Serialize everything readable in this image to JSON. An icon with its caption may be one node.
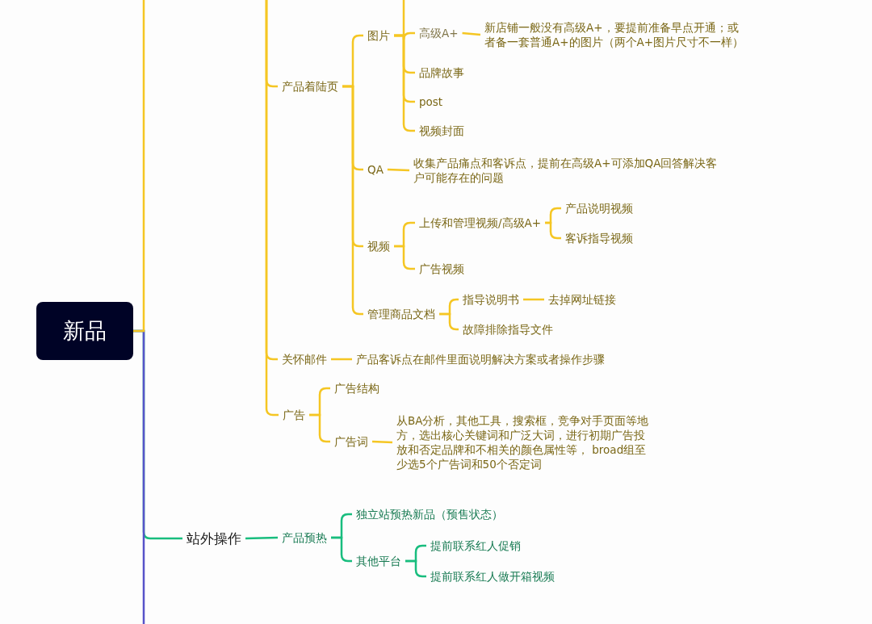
{
  "diagram": {
    "nodes": [
      {
        "text": [
          "新品"
        ]
      },
      {
        "text": [
          "产品着陆页"
        ]
      },
      {
        "text": [
          "图片"
        ]
      },
      {
        "text": [
          "高级A+"
        ]
      },
      {
        "text": [
          "新店铺一般没有高级A+，要提前准备早点开通；或者备一套普通A+的图片（两个A+图片尺寸不一样）"
        ]
      },
      {
        "text": [
          "品牌故事"
        ]
      },
      {
        "text": [
          "post"
        ]
      },
      {
        "text": [
          "视频封面"
        ]
      },
      {
        "text": [
          "QA"
        ]
      },
      {
        "text": [
          "收集产品痛点和客诉点，提前在高级A+可添加QA回答解决客户可能存在的问题"
        ]
      },
      {
        "text": [
          "视频"
        ]
      },
      {
        "text": [
          "上传和管理视频/高级A+"
        ]
      },
      {
        "text": [
          "产品说明视频"
        ]
      },
      {
        "text": [
          "客诉指导视频"
        ]
      },
      {
        "text": [
          "广告视频"
        ]
      },
      {
        "text": [
          "管理商品文档"
        ]
      },
      {
        "text": [
          "指导说明书"
        ]
      },
      {
        "text": [
          "去掉网址链接"
        ]
      },
      {
        "text": [
          "故障排除指导文件"
        ]
      },
      {
        "text": [
          "关怀邮件"
        ]
      },
      {
        "text": [
          "产品客诉点在邮件里面说明解决方案或者操作步骤"
        ]
      },
      {
        "text": [
          "广告"
        ]
      },
      {
        "text": [
          "广告结构"
        ]
      },
      {
        "text": [
          "广告词"
        ]
      },
      {
        "text": [
          "从BA分析，其他工具，搜索框，竞争对手页面等地方，选出核心关键词和广泛大词，进行初期广告投放和否定品牌和不相关的颜色属性等， broad组至少选5个广告词和50个否定词"
        ]
      },
      {
        "text": [
          "站外操作"
        ]
      },
      {
        "text": [
          "产品预热"
        ]
      },
      {
        "text": [
          "独立站预热新品（预售状态）"
        ]
      },
      {
        "text": [
          "其他平台"
        ]
      },
      {
        "text": [
          "提前联系红人促销"
        ]
      },
      {
        "text": [
          "提前联系红人做开箱视频"
        ]
      }
    ],
    "edges": [
      {
        "from": null,
        "to": 1,
        "arrow": "none"
      },
      {
        "from": 1,
        "to": 2,
        "arrow": "none"
      },
      {
        "from": 2,
        "to": null,
        "arrow": "none"
      },
      {
        "from": 2,
        "to": 3,
        "arrow": "none"
      },
      {
        "from": 3,
        "to": 4,
        "arrow": "none"
      },
      {
        "from": 2,
        "to": 5,
        "arrow": "none"
      },
      {
        "from": 2,
        "to": 6,
        "arrow": "none"
      },
      {
        "from": 2,
        "to": 7,
        "arrow": "none"
      },
      {
        "from": 1,
        "to": 8,
        "arrow": "none"
      },
      {
        "from": 8,
        "to": 9,
        "arrow": "none"
      },
      {
        "from": 1,
        "to": 10,
        "arrow": "none"
      },
      {
        "from": 10,
        "to": 11,
        "arrow": "none"
      },
      {
        "from": 11,
        "to": 12,
        "arrow": "none"
      },
      {
        "from": 11,
        "to": 13,
        "arrow": "none"
      },
      {
        "from": 10,
        "to": 14,
        "arrow": "none"
      },
      {
        "from": 1,
        "to": 15,
        "arrow": "none"
      },
      {
        "from": 15,
        "to": 16,
        "arrow": "none"
      },
      {
        "from": 16,
        "to": 17,
        "arrow": "none"
      },
      {
        "from": 15,
        "to": 18,
        "arrow": "none"
      },
      {
        "from": null,
        "to": 19,
        "arrow": "none"
      },
      {
        "from": 19,
        "to": 20,
        "arrow": "none"
      },
      {
        "from": null,
        "to": 21,
        "arrow": "none"
      },
      {
        "from": 21,
        "to": 22,
        "arrow": "none"
      },
      {
        "from": 21,
        "to": 23,
        "arrow": "none"
      },
      {
        "from": 23,
        "to": 24,
        "arrow": "none"
      },
      {
        "from": 0,
        "to": null,
        "arrow": "none"
      },
      {
        "from": 0,
        "to": null,
        "arrow": "none",
        "color": "#5753c9"
      },
      {
        "from": 0,
        "to": 25,
        "arrow": "none",
        "color": "#18bd7e"
      },
      {
        "from": 25,
        "to": 26,
        "arrow": "none",
        "color": "#18bd7e"
      },
      {
        "from": 26,
        "to": 27,
        "arrow": "none",
        "color": "#18bd7e"
      },
      {
        "from": 26,
        "to": 28,
        "arrow": "none",
        "color": "#18bd7e"
      },
      {
        "from": 28,
        "to": 29,
        "arrow": "none",
        "color": "#18bd7e"
      },
      {
        "from": 28,
        "to": 30,
        "arrow": "none",
        "color": "#18bd7e"
      }
    ]
  }
}
